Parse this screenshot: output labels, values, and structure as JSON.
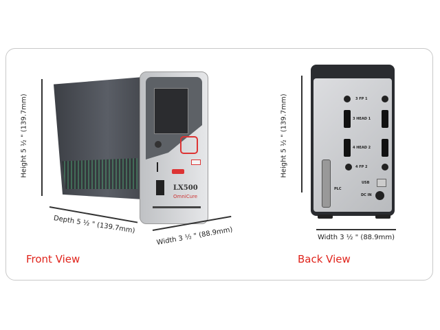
{
  "front": {
    "title": "Front View",
    "height_label": "Height 5 ½ \" (139.7mm)",
    "depth_label": "Depth 5 ½ \" (139.7mm)",
    "width_label": "Width 3 ½ \" (88.9mm)",
    "model": "LX500",
    "brand": "OmniCure"
  },
  "back": {
    "title": "Back View",
    "height_label": "Height 5 ½ \" (139.7mm)",
    "width_label": "Width 3 ½ \" (88.9mm)",
    "ports": {
      "fp1": "3   FP   1",
      "head1": "3 HEAD 1",
      "head2": "4 HEAD 2",
      "fp2": "4   FP   2",
      "usb": "USB",
      "dcin": "DC IN",
      "plc": "PLC"
    }
  },
  "colors": {
    "accent": "#e0231b",
    "border": "#c8c8c8"
  }
}
